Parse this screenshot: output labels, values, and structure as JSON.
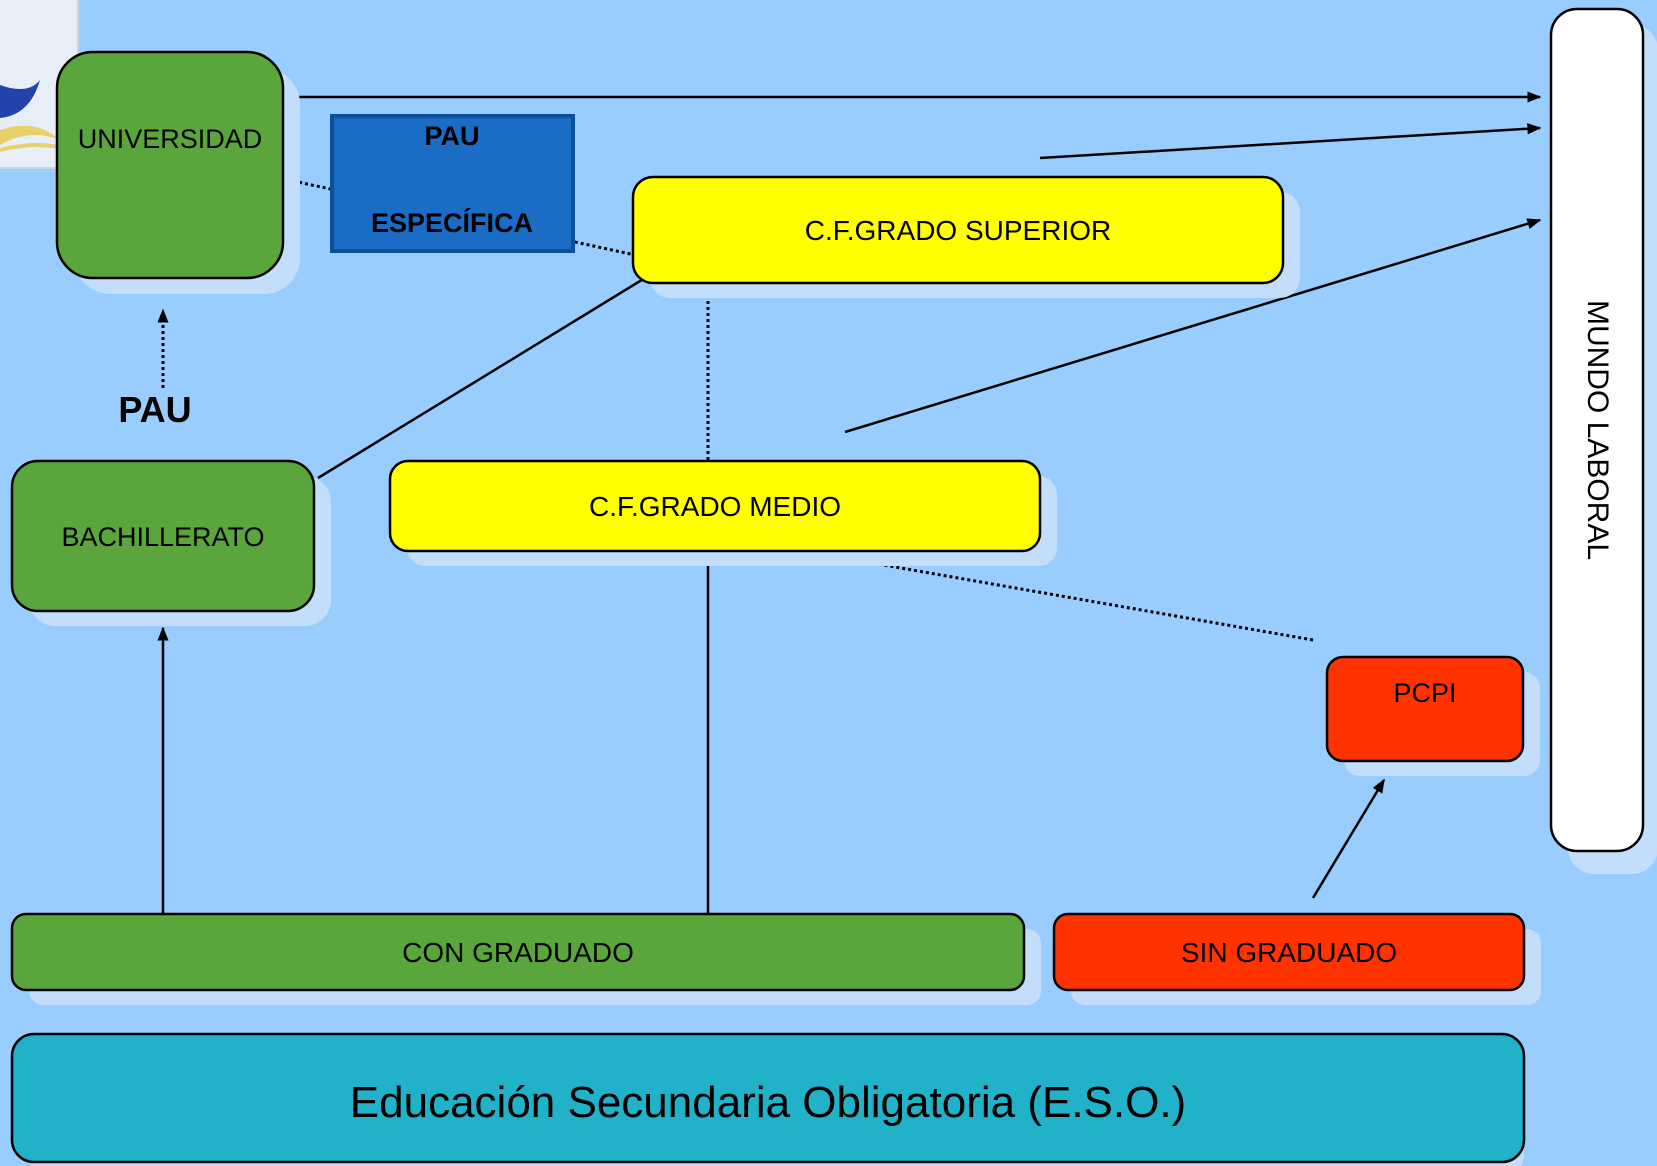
{
  "nodes": {
    "universidad": "UNIVERSIDAD",
    "pau_especifica_line1": "PAU",
    "pau_especifica_line2": "ESPECÍFICA",
    "cf_grado_superior": "C.F.GRADO SUPERIOR",
    "pau": "PAU",
    "bachillerato": "BACHILLERATO",
    "cf_grado_medio": "C.F.GRADO MEDIO",
    "pcpi": "PCPI",
    "con_graduado": "CON GRADUADO",
    "sin_graduado": "SIN GRADUADO",
    "eso": "Educación Secundaria Obligatoria (E.S.O.)",
    "mundo_laboral": "MUNDO LABORAL"
  },
  "colors": {
    "background": "#99ccff",
    "shadow": "#c3defa",
    "green": "#5aa63c",
    "yellow": "#ffff00",
    "blue": "#1a6cc4",
    "red": "#ff3300",
    "teal": "#21b1c8",
    "white": "#ffffff",
    "logo": "#2244aa"
  },
  "connectors": [
    {
      "from": "universidad",
      "to": "mundo_laboral",
      "style": "solid"
    },
    {
      "from": "cf_grado_superior",
      "to": "mundo_laboral",
      "style": "solid"
    },
    {
      "from": "cf_grado_medio",
      "to": "mundo_laboral",
      "style": "solid"
    },
    {
      "from": "cf_grado_superior",
      "to": "universidad",
      "style": "dotted"
    },
    {
      "from": "bachillerato",
      "to": "cf_grado_superior",
      "style": "solid"
    },
    {
      "from": "cf_grado_medio",
      "to": "cf_grado_superior",
      "style": "dotted"
    },
    {
      "from": "bachillerato",
      "to": "universidad",
      "style": "dotted",
      "label": "PAU"
    },
    {
      "from": "con_graduado",
      "to": "bachillerato",
      "style": "solid"
    },
    {
      "from": "con_graduado",
      "to": "cf_grado_medio",
      "style": "solid"
    },
    {
      "from": "pcpi",
      "to": "cf_grado_medio",
      "style": "dotted"
    },
    {
      "from": "sin_graduado",
      "to": "pcpi",
      "style": "solid"
    }
  ]
}
